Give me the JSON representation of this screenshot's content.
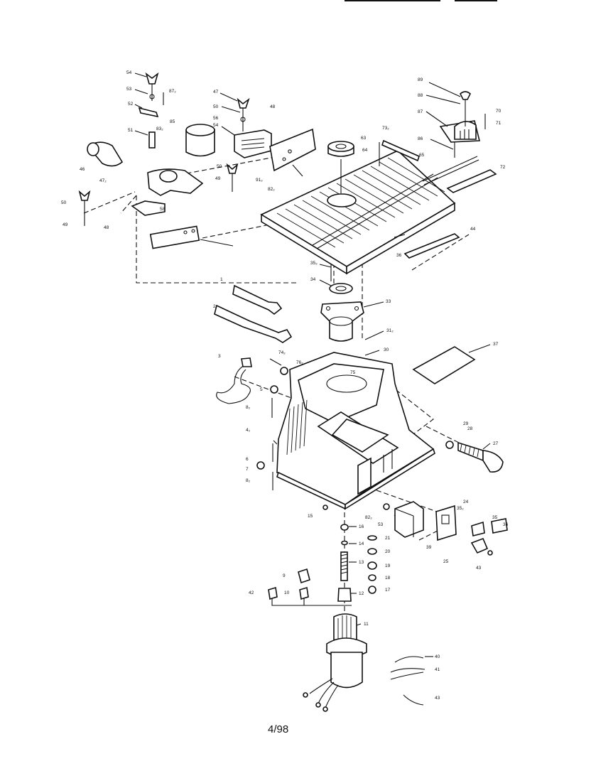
{
  "page_number": "4/98",
  "labels": [
    {
      "id": "54",
      "text": "54"
    },
    {
      "id": "53",
      "text": "53"
    },
    {
      "id": "87a",
      "text": "87₂"
    },
    {
      "id": "52",
      "text": "52"
    },
    {
      "id": "51",
      "text": "51"
    },
    {
      "id": "85",
      "text": "85"
    },
    {
      "id": "83a",
      "text": "83₂"
    },
    {
      "id": "47",
      "text": "47"
    },
    {
      "id": "50a",
      "text": "50"
    },
    {
      "id": "56",
      "text": "56"
    },
    {
      "id": "54b",
      "text": "54"
    },
    {
      "id": "46",
      "text": "46"
    },
    {
      "id": "47b",
      "text": "47₂"
    },
    {
      "id": "50b",
      "text": "50"
    },
    {
      "id": "49",
      "text": "49"
    },
    {
      "id": "49b",
      "text": "49"
    },
    {
      "id": "58",
      "text": "58"
    },
    {
      "id": "48",
      "text": "48"
    },
    {
      "id": "50c",
      "text": "50"
    },
    {
      "id": "48b",
      "text": "48"
    },
    {
      "id": "91a",
      "text": "91₂"
    },
    {
      "id": "82a",
      "text": "82₂"
    },
    {
      "id": "89",
      "text": "89"
    },
    {
      "id": "88",
      "text": "88"
    },
    {
      "id": "87",
      "text": "87"
    },
    {
      "id": "70",
      "text": "70"
    },
    {
      "id": "71",
      "text": "71"
    },
    {
      "id": "86",
      "text": "86"
    },
    {
      "id": "65",
      "text": "65"
    },
    {
      "id": "72",
      "text": "72"
    },
    {
      "id": "63",
      "text": "63"
    },
    {
      "id": "73a",
      "text": "73₂"
    },
    {
      "id": "64",
      "text": "64"
    },
    {
      "id": "44",
      "text": "44"
    },
    {
      "id": "36",
      "text": "36"
    },
    {
      "id": "35a",
      "text": "35₂"
    },
    {
      "id": "34",
      "text": "34"
    },
    {
      "id": "33",
      "text": "33"
    },
    {
      "id": "31a",
      "text": "31₂"
    },
    {
      "id": "1",
      "text": "1"
    },
    {
      "id": "2",
      "text": "2"
    },
    {
      "id": "3",
      "text": "3"
    },
    {
      "id": "74a",
      "text": "74₂"
    },
    {
      "id": "76a",
      "text": "76₂"
    },
    {
      "id": "75",
      "text": "75"
    },
    {
      "id": "30",
      "text": "30"
    },
    {
      "id": "5",
      "text": "5"
    },
    {
      "id": "8a",
      "text": "8₂"
    },
    {
      "id": "37",
      "text": "37"
    },
    {
      "id": "4a",
      "text": "4₂"
    },
    {
      "id": "29",
      "text": "29"
    },
    {
      "id": "28",
      "text": "28"
    },
    {
      "id": "27",
      "text": "27"
    },
    {
      "id": "6",
      "text": "6"
    },
    {
      "id": "7",
      "text": "7"
    },
    {
      "id": "8b",
      "text": "8₂"
    },
    {
      "id": "15",
      "text": "15"
    },
    {
      "id": "82b",
      "text": "82₂"
    },
    {
      "id": "53b",
      "text": "53"
    },
    {
      "id": "24",
      "text": "24"
    },
    {
      "id": "35b",
      "text": "35₂"
    },
    {
      "id": "35c",
      "text": "35"
    },
    {
      "id": "36b",
      "text": "36"
    },
    {
      "id": "16",
      "text": "16"
    },
    {
      "id": "14",
      "text": "14"
    },
    {
      "id": "21",
      "text": "21"
    },
    {
      "id": "20",
      "text": "20"
    },
    {
      "id": "39",
      "text": "39"
    },
    {
      "id": "25",
      "text": "25"
    },
    {
      "id": "43",
      "text": "43"
    },
    {
      "id": "13",
      "text": "13"
    },
    {
      "id": "19",
      "text": "19"
    },
    {
      "id": "18",
      "text": "18"
    },
    {
      "id": "17",
      "text": "17"
    },
    {
      "id": "9",
      "text": "9"
    },
    {
      "id": "42",
      "text": "42"
    },
    {
      "id": "10",
      "text": "10"
    },
    {
      "id": "12",
      "text": "12"
    },
    {
      "id": "11",
      "text": "11"
    },
    {
      "id": "40",
      "text": "40"
    },
    {
      "id": "41",
      "text": "41"
    },
    {
      "id": "43b",
      "text": "43"
    }
  ]
}
